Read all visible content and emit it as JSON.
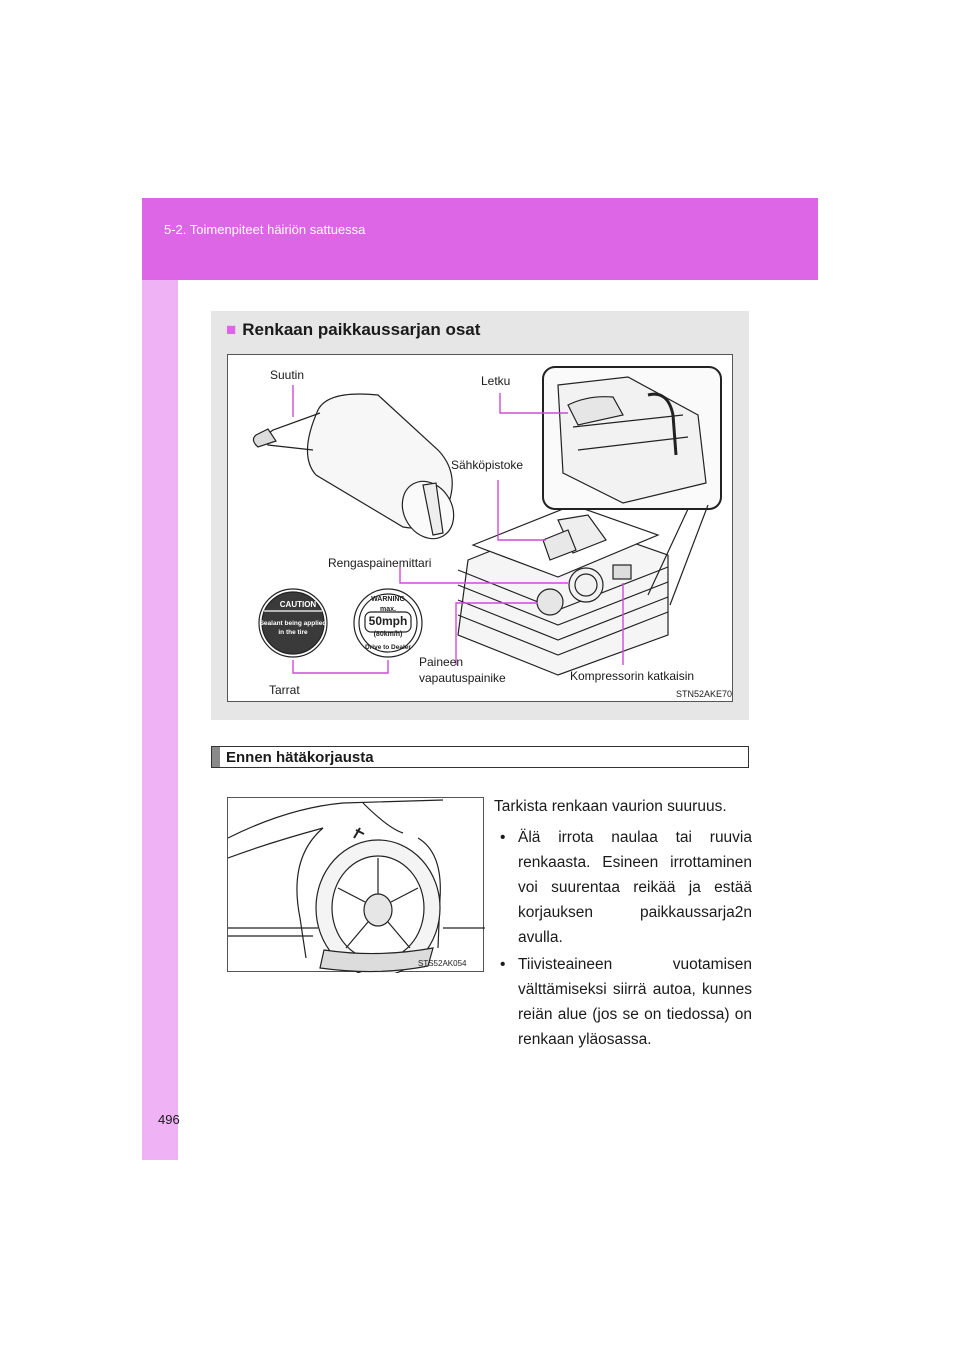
{
  "header": {
    "section": "5-2. Toimenpiteet häiriön sattuessa"
  },
  "panel": {
    "heading_marker": "■",
    "heading": "Renkaan paikkaussarjan osat",
    "labels": {
      "suutin": "Suutin",
      "letku": "Letku",
      "sahkopistoke": "Sähköpistoke",
      "rengaspainemittari": "Rengaspainemittari",
      "paineen_line1": "Paineen",
      "paineen_line2": "vapautuspainike",
      "kompressorin": "Kompressorin katkaisin",
      "tarrat": "Tarrat"
    },
    "figure_code": "STN52AKE70",
    "sticker_caution": {
      "title": "CAUTION",
      "line1": "Sealant being applied",
      "line2": "in the tire"
    },
    "sticker_warning": {
      "title": "WARNING",
      "max": "max.",
      "speed": "50mph",
      "kmh": "(80km/h)",
      "bottom": "Drive to Dealer"
    }
  },
  "section2": {
    "heading": "Ennen hätäkorjausta",
    "figure_code": "STS52AK054",
    "intro": "Tarkista renkaan vaurion suuruus.",
    "bullets": [
      "Älä irrota naulaa tai ruuvia renkaasta. Esineen irrottaminen voi suurentaa reikää ja estää korjauksen paikkaussarja2n avulla.",
      "Tiivisteaineen vuotamisen välttämiseksi siirrä autoa, kunnes reiän alue (jos se on tiedossa) on renkaan yläosassa."
    ],
    "bullet_symbol": "•"
  },
  "footer": {
    "page_number": "496"
  },
  "colors": {
    "accent": "#dd66e6",
    "accent_light": "#efb3f5",
    "panel_bg": "#e6e6e6"
  }
}
